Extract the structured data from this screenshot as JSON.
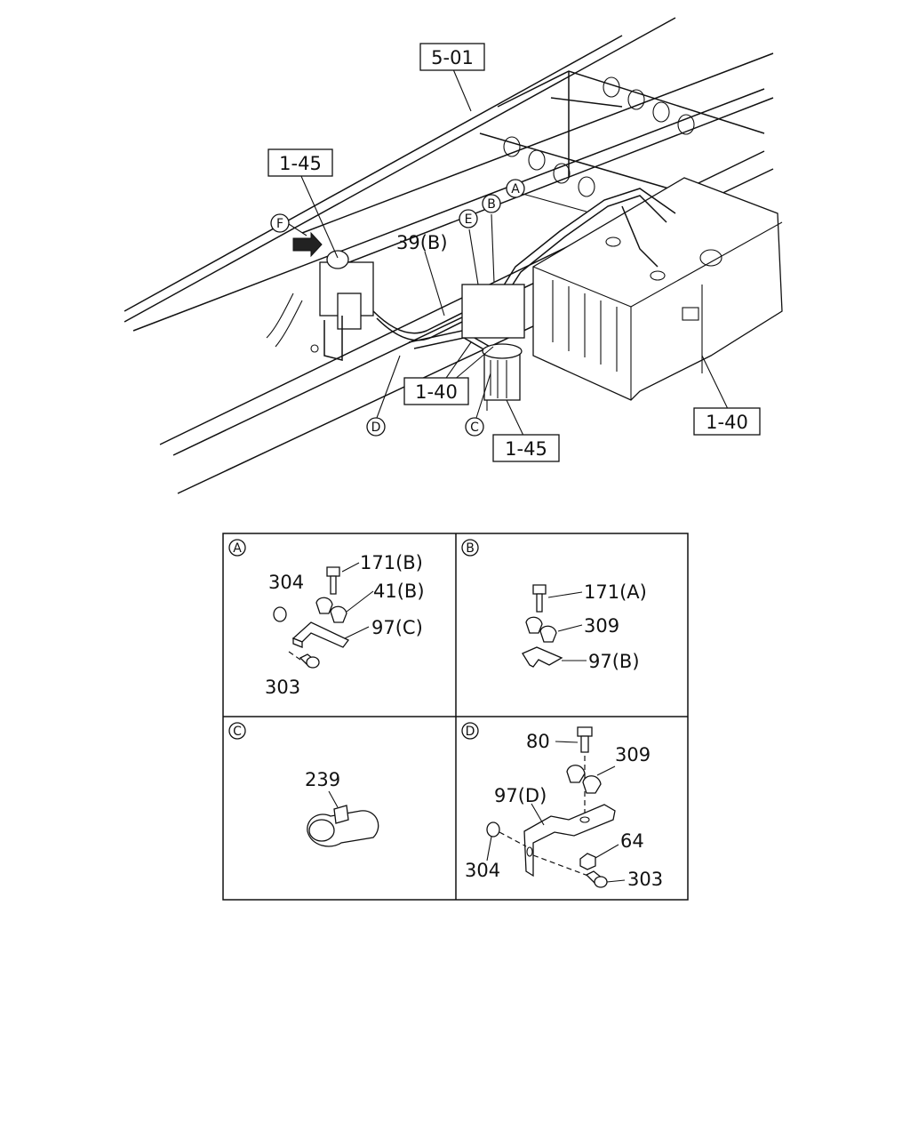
{
  "main_view": {
    "ref_boxes": [
      "5-01",
      "1-45",
      "1-40",
      "1-40",
      "1-45"
    ],
    "part_label": "39(B)",
    "circle_labels": [
      "F",
      "E",
      "B",
      "A",
      "D",
      "C"
    ]
  },
  "details": [
    {
      "letter": "A",
      "labels": [
        "171(B)",
        "304",
        "41(B)",
        "97(C)",
        "303"
      ]
    },
    {
      "letter": "B",
      "labels": [
        "171(A)",
        "309",
        "97(B)"
      ]
    },
    {
      "letter": "C",
      "labels": [
        "239"
      ]
    },
    {
      "letter": "D",
      "labels": [
        "80",
        "309",
        "97(D)",
        "64",
        "304",
        "303"
      ]
    }
  ]
}
